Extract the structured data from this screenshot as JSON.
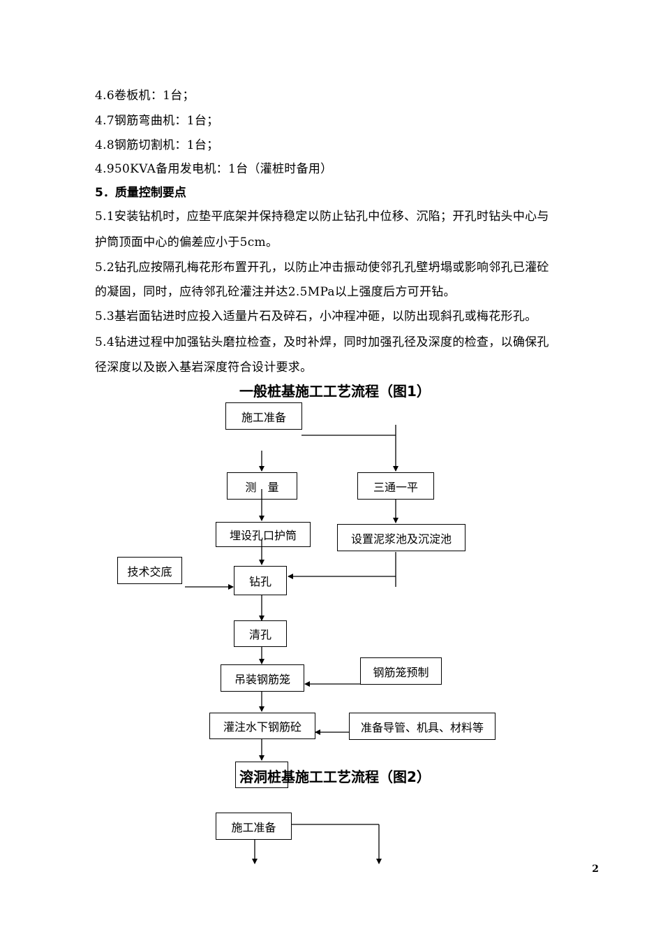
{
  "text": {
    "line_46": "4.6卷板机：1台；",
    "line_47": "4.7钢筋弯曲机：1台；",
    "line_48": "4.8钢筋切割机：1台；",
    "line_49": "4.950KVA备用发电机：1台（灌桩时备用）",
    "section5_heading": "5．质量控制要点",
    "p51_l1": "5.1安装钻机时，应垫平底架并保持稳定以防止钻孔中位移、沉陷；开孔时钻头中心与",
    "p51_l2": "护筒顶面中心的偏差应小于5cm。",
    "p52_l1": "5.2钻孔应按隔孔梅花形布置开孔，以防止冲击振动使邻孔孔壁坍塌或影响邻孔已灌砼",
    "p52_l2": "的凝固，同时，应待邻孔砼灌注并达2.5MPa以上强度后方可开钻。",
    "p53": "5.3基岩面钻进时应投入适量片石及碎石，小冲程冲砸，以防出现斜孔或梅花形孔。",
    "p54_l1": "5.4钻进过程中加强钻头磨拉检查，及时补焊，同时加强孔径及深度的检查，以确保孔",
    "p54_l2": "径深度以及嵌入基岩深度符合设计要求。"
  },
  "figure1": {
    "title": "一般桩基施工工艺流程（图1）",
    "boxes": {
      "prep": "施工准备",
      "survey": "测　量",
      "three_one": "三通一平",
      "casing": "埋设孔口护筒",
      "slurry": "设置泥浆池及沉淀池",
      "tech": "技术交底",
      "drill": "钻孔",
      "clean": "清孔",
      "hoist": "吊装钢筋笼",
      "cage_prefab": "钢筋笼预制",
      "pour": "灌注水下钢筋砼",
      "materials": "准备导管、机具、材料等",
      "last": ""
    }
  },
  "figure2": {
    "title": "溶洞桩基施工工艺流程（图2）",
    "boxes": {
      "prep": "施工准备"
    }
  },
  "page_number": "2"
}
